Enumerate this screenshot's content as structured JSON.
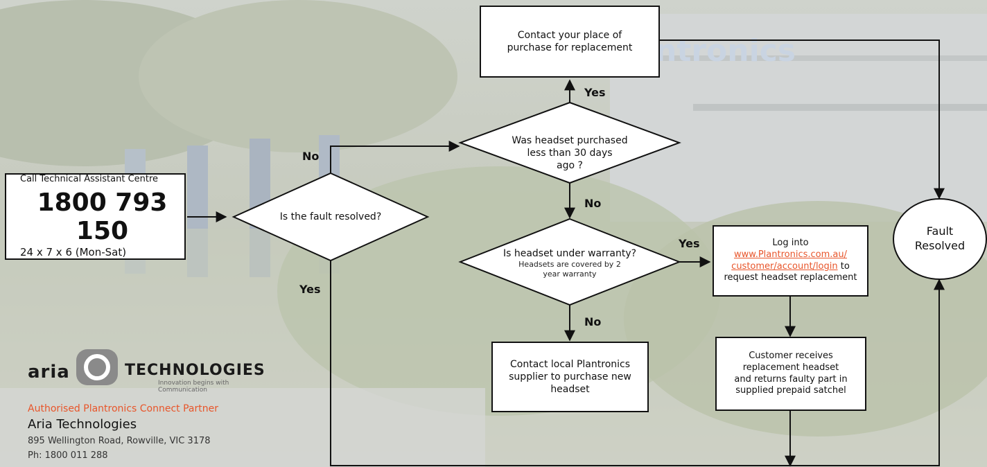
{
  "colors": {
    "accent": "#e8552a",
    "line": "#111111",
    "box_fill": "#ffffff",
    "background_tint": "#d9dbd4"
  },
  "contact": {
    "label": "Call Technical  Assistant Centre",
    "phone": "1800 793 150",
    "hours": "24 x 7 x 6 (Mon-Sat)"
  },
  "nodes": {
    "fault_resolved_q": "Is the fault resolved?",
    "purchase_q": [
      "Was headset purchased",
      "less than 30 days",
      "ago ?"
    ],
    "warranty_q": "Is headset under warranty?",
    "warranty_note": [
      "Headsets are covered by 2",
      "year warranty"
    ],
    "contact_purchase": [
      "Contact your place of",
      "purchase for replacement"
    ],
    "contact_supplier": [
      "Contact local Plantronics",
      "supplier to purchase new",
      "headset"
    ],
    "login_prefix": "Log into",
    "login_link": [
      "www.Plantronics.com.au/",
      "customer/account/login"
    ],
    "login_suffix": [
      "to",
      "request headset replacement"
    ],
    "customer_receives": [
      "Customer receives",
      "replacement headset",
      "and  returns faulty part in",
      "supplied prepaid satchel"
    ],
    "fault_resolved_end": [
      "Fault",
      "Resolved"
    ]
  },
  "edge_labels": {
    "no_top": "No",
    "yes_left": "Yes",
    "yes_purchase": "Yes",
    "no_purchase": "No",
    "yes_warranty": "Yes",
    "no_warranty": "No"
  },
  "company": {
    "logo_left": "aria",
    "logo_right": "TECHNOLOGIES",
    "tagline": "Innovation begins with Communication",
    "partner": "Authorised Plantronics  Connect Partner",
    "name": "Aria Technologies",
    "address": "895 Wellington Road, Rowville, VIC  3178",
    "phone": "Ph: 1800 011 288"
  },
  "background": {
    "sign_text": "ntronics"
  }
}
